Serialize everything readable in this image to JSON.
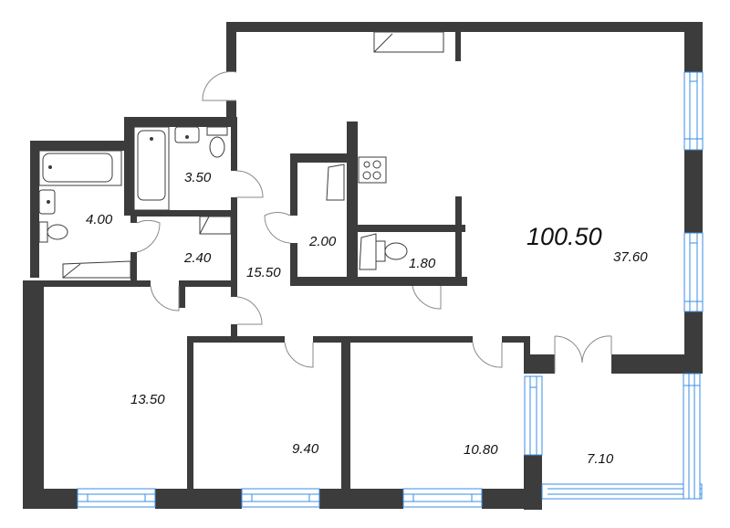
{
  "plan": {
    "total_area": "100.50",
    "wall_color": "#3c3c3c",
    "window_color": "#3a8ee6",
    "rooms": [
      {
        "id": "living-kitchen",
        "area": "37.60"
      },
      {
        "id": "hallway",
        "area": "15.50"
      },
      {
        "id": "bedroom-left",
        "area": "13.50"
      },
      {
        "id": "bedroom-right",
        "area": "10.80"
      },
      {
        "id": "bedroom-middle",
        "area": "9.40"
      },
      {
        "id": "balcony",
        "area": "7.10"
      },
      {
        "id": "bathroom-left",
        "area": "4.00"
      },
      {
        "id": "bathroom-top",
        "area": "3.50"
      },
      {
        "id": "closet-laundry",
        "area": "2.40"
      },
      {
        "id": "storage",
        "area": "2.00"
      },
      {
        "id": "toilet",
        "area": "1.80"
      }
    ]
  }
}
